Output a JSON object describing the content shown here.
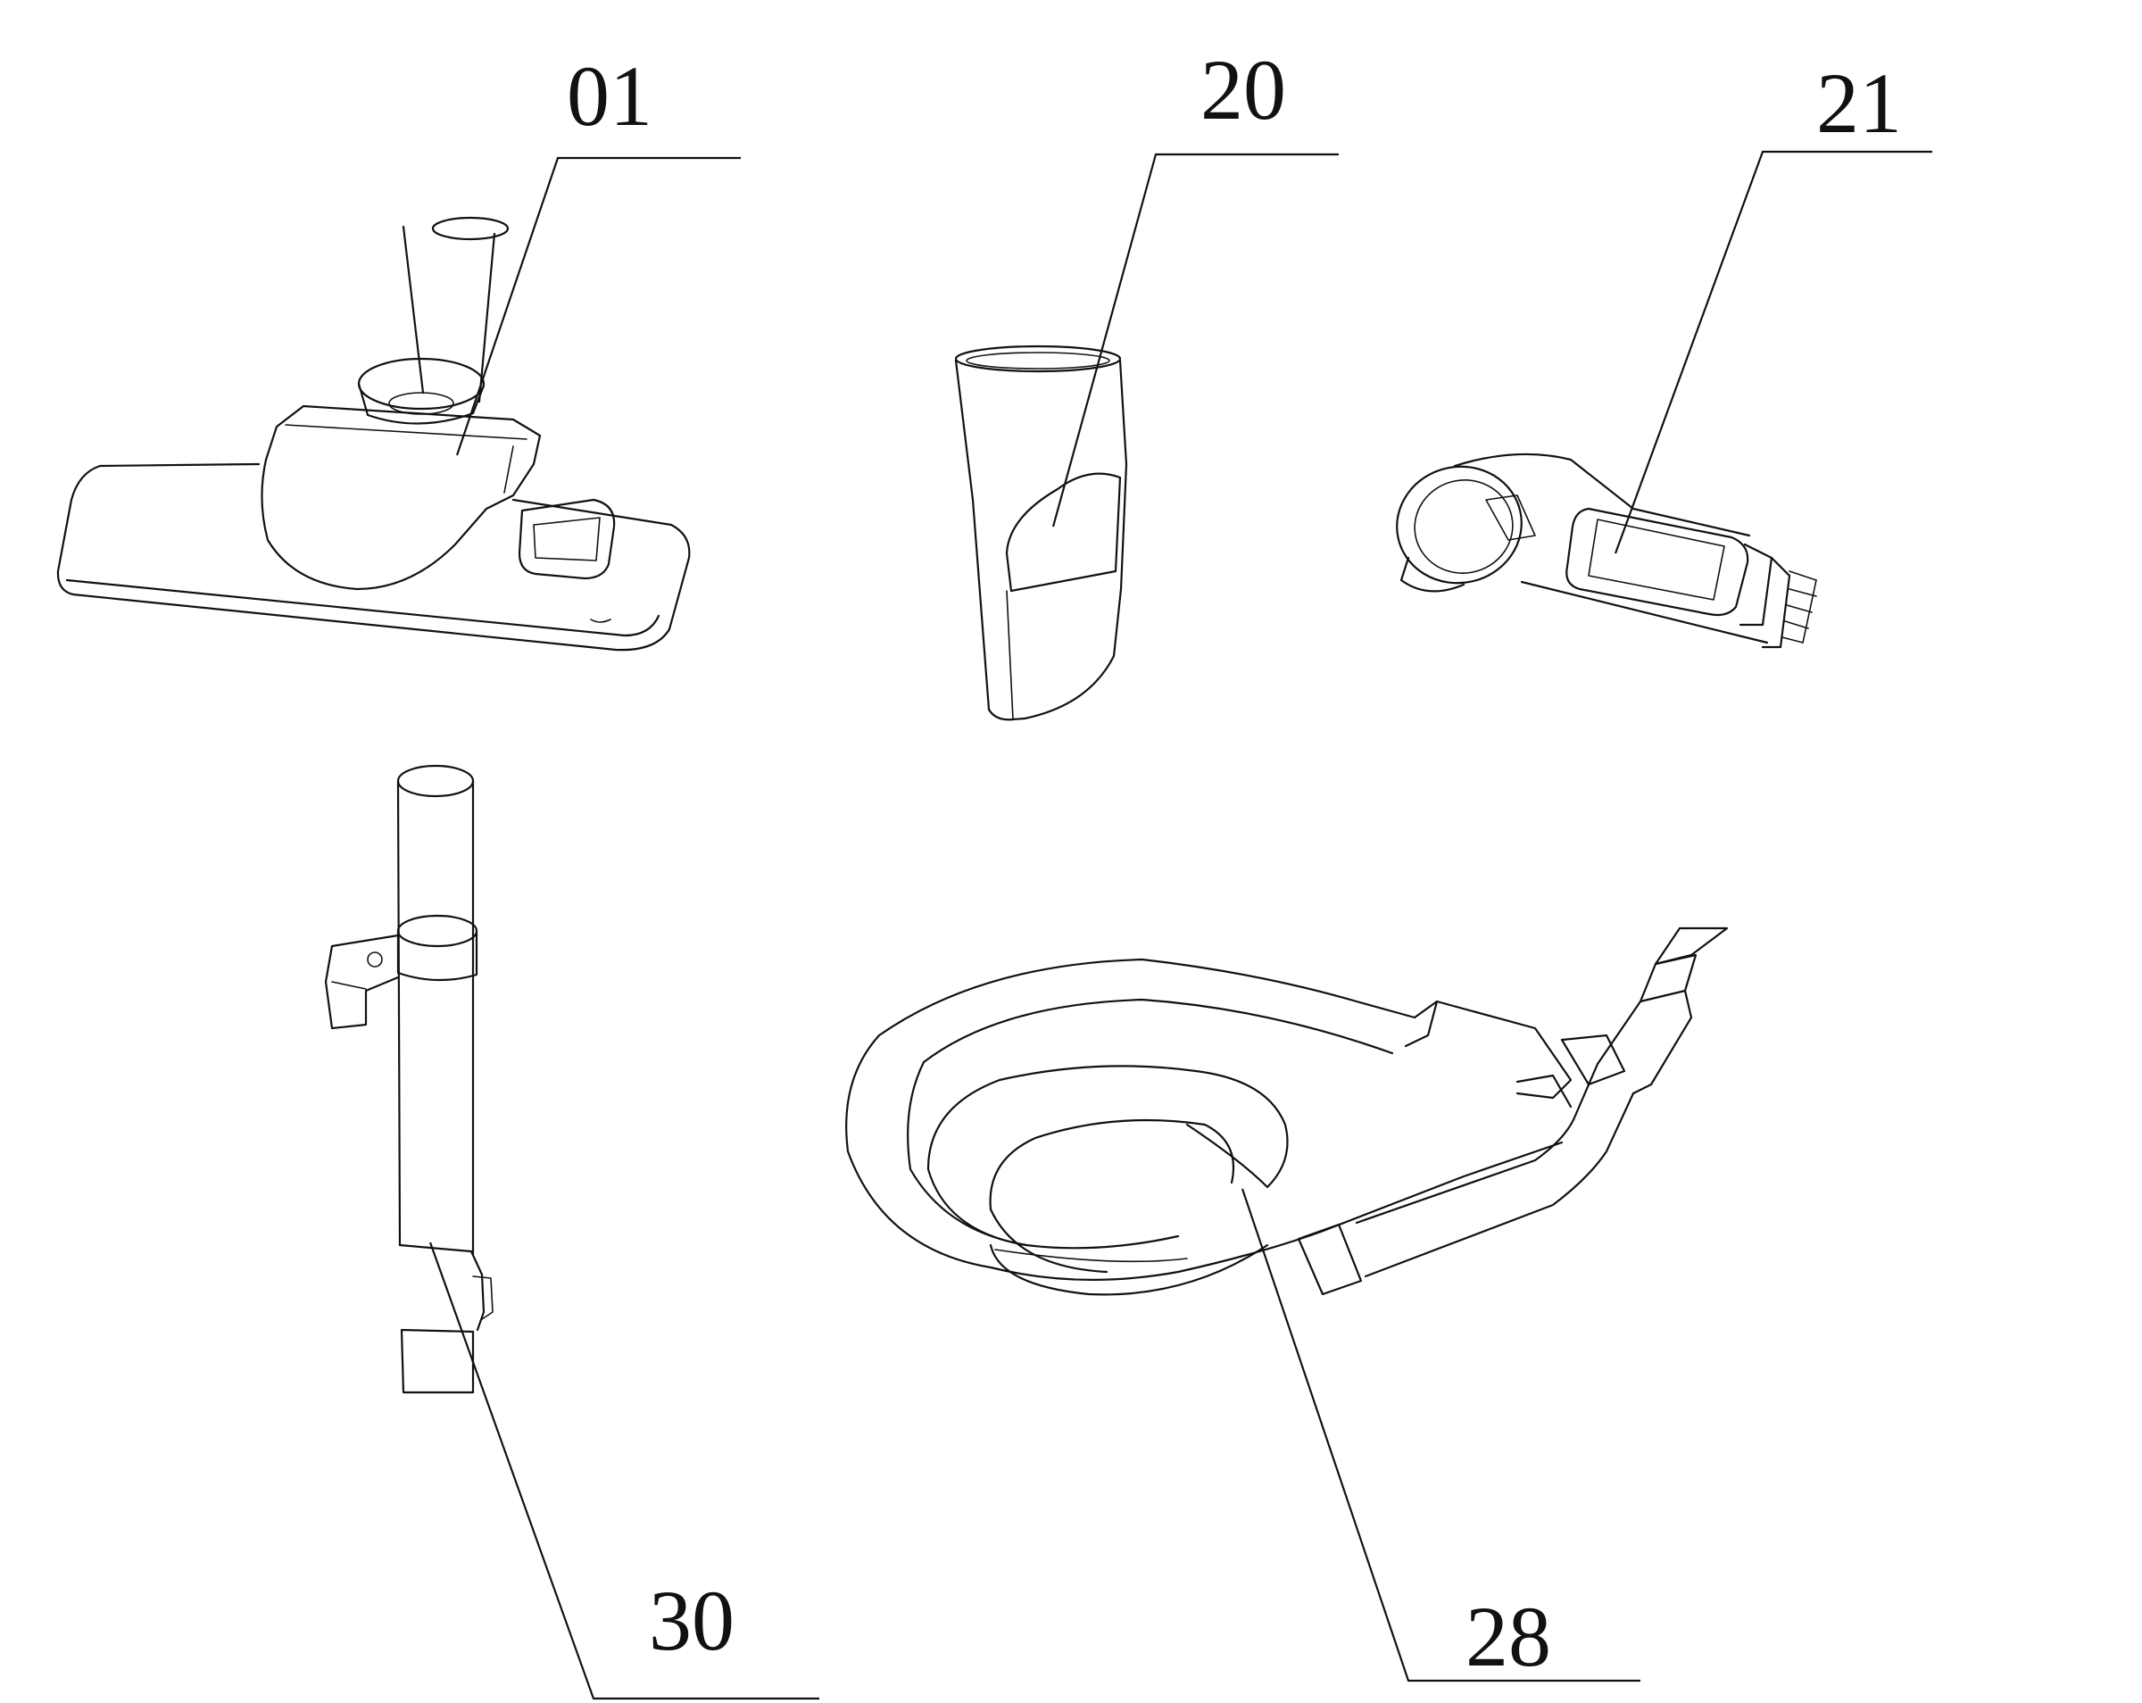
{
  "figure": {
    "labels": {
      "floor_brush": "01",
      "crevice_nozzle": "20",
      "upholstery_brush": "21",
      "extension_tube": "30",
      "hose": "28"
    },
    "colors": {
      "ink": "#111111",
      "background": "#ffffff"
    }
  }
}
